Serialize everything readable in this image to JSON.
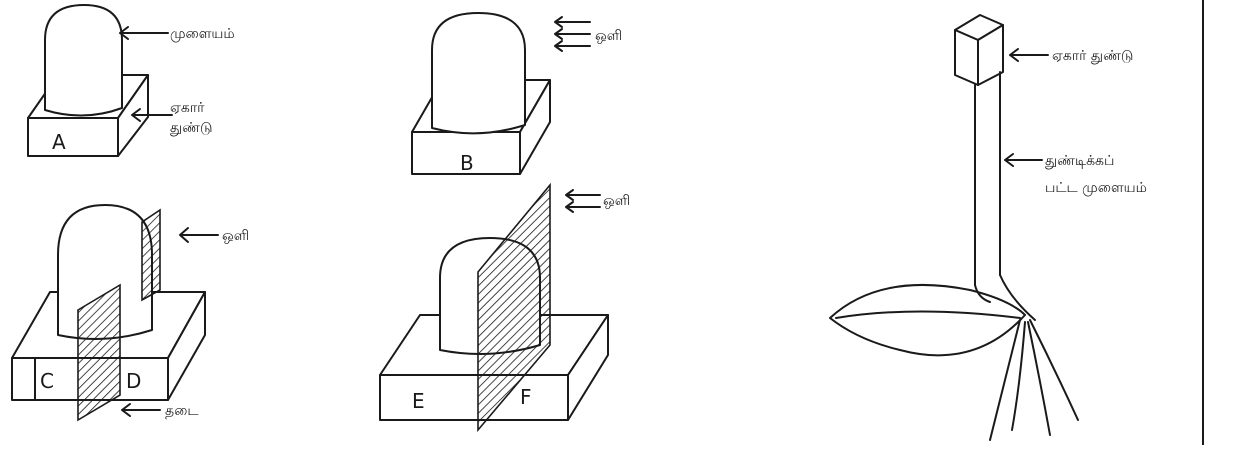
{
  "labels": {
    "a": "A",
    "b": "B",
    "c": "C",
    "d": "D",
    "e": "E",
    "f": "F"
  },
  "annotations": {
    "coleoptile": "முளையம்",
    "agar_block_a": "ஏகார்",
    "agar_block_b": "துண்டு",
    "light_1": "ஒளி",
    "light_2": "ஒளி",
    "light_3": "ஒளி",
    "mica": "தடை",
    "agar_block_seedling": "ஏகார் துண்டு",
    "decapitated_1": "துண்டிக்கப்",
    "decapitated_2": "பட்ட முளையம்"
  },
  "colors": {
    "ink": "#1a1a1a",
    "paper": "#ffffff"
  },
  "icons": [
    "arrow-left-icon",
    "light-arrows-icon"
  ]
}
